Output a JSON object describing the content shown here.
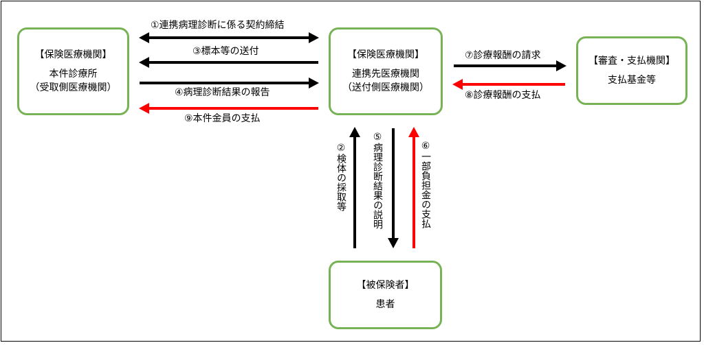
{
  "nodes": {
    "left": {
      "heading": "【保険医療機関】",
      "lines": [
        "本件診療所",
        "（受取側医療機関）"
      ]
    },
    "center": {
      "heading": "【保険医療機関】",
      "lines": [
        "連携先医療機関",
        "（送付側医療機関）"
      ]
    },
    "right": {
      "heading": "【審査・支払機関】",
      "lines": [
        "支払基金等"
      ]
    },
    "bottom": {
      "heading": "【被保険者】",
      "lines": [
        "患者"
      ]
    }
  },
  "edges": [
    {
      "label": "①連携病理診断に係る契約締結",
      "direction": "both",
      "color": "#000000"
    },
    {
      "label": "③標本等の送付",
      "direction": "to-left",
      "color": "#000000"
    },
    {
      "label": "④病理診断結果の報告",
      "direction": "to-center",
      "color": "#000000"
    },
    {
      "label": "⑨本件金員の支払",
      "direction": "to-left",
      "color": "#ff0000"
    },
    {
      "label": "⑦診療報酬の請求",
      "direction": "to-right",
      "color": "#000000"
    },
    {
      "label": "⑧診療報酬の支払",
      "direction": "to-center",
      "color": "#ff0000"
    },
    {
      "label": "②検体の採取等",
      "direction": "up",
      "color": "#000000"
    },
    {
      "label": "⑤病理診断結果の説明",
      "direction": "down",
      "color": "#000000"
    },
    {
      "label": "⑥一部負担金の支払",
      "direction": "up",
      "color": "#ff0000"
    }
  ],
  "colors": {
    "node_border": "#77b255",
    "black_arrow": "#000000",
    "red_arrow": "#ff0000"
  }
}
